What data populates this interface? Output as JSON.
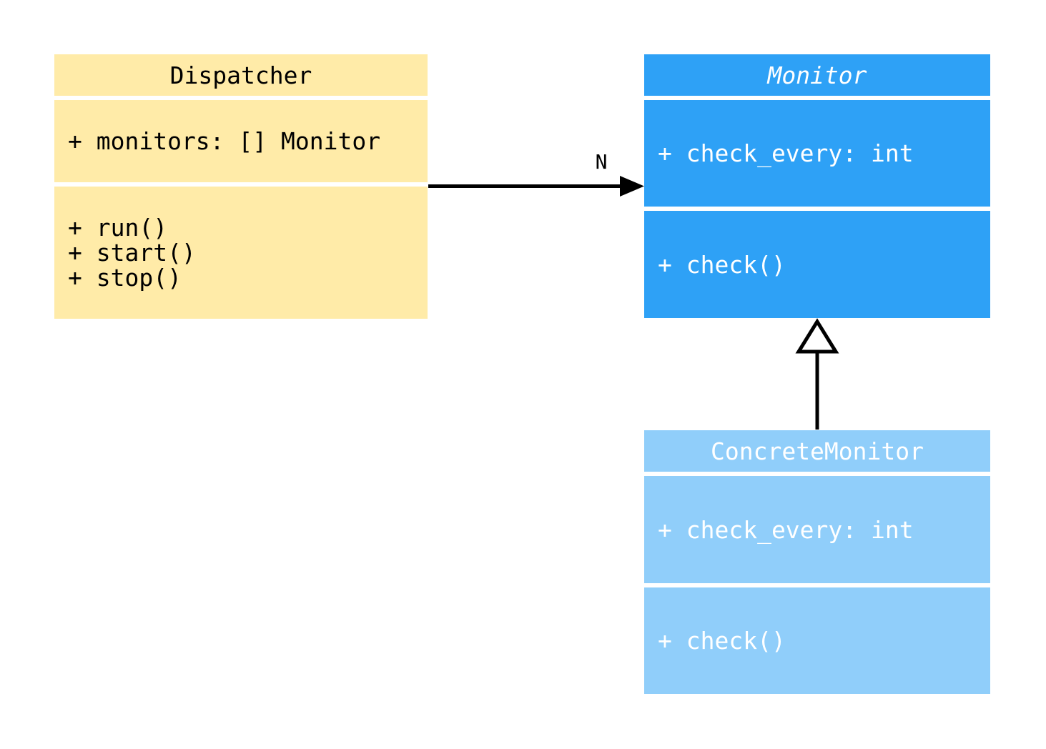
{
  "diagram": {
    "type": "uml-class-diagram",
    "background": "#FFFFFF",
    "connector_color": "#000000"
  },
  "classes": [
    {
      "name": "Dispatcher",
      "title_italic": false,
      "attributes": [
        "+ monitors: [] Monitor"
      ],
      "methods": [
        "+ run()",
        "+ start()",
        "+ stop()"
      ],
      "fill": "#FFEBA8",
      "text_color": "#000000"
    },
    {
      "name": "Monitor",
      "title_italic": true,
      "attributes": [
        "+ check_every: int"
      ],
      "methods": [
        "+ check()"
      ],
      "fill": "#2EA1F6",
      "text_color": "#FFFFFF"
    },
    {
      "name": "ConcreteMonitor",
      "title_italic": false,
      "attributes": [
        "+ check_every: int"
      ],
      "methods": [
        "+ check()"
      ],
      "fill": "#90CEFA",
      "text_color": "#FFFFFF"
    }
  ],
  "relationships": [
    {
      "type": "association",
      "from": "Dispatcher",
      "to": "Monitor",
      "label": "N",
      "arrowhead": "filled-arrow"
    },
    {
      "type": "inheritance",
      "from": "ConcreteMonitor",
      "to": "Monitor",
      "label": "",
      "arrowhead": "hollow-triangle"
    }
  ]
}
